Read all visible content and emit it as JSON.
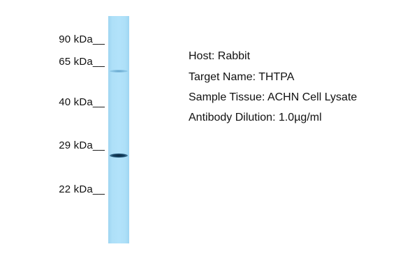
{
  "markers": [
    {
      "label": "90 kDa__"
    },
    {
      "label": "65 kDa__"
    },
    {
      "label": "40 kDa__"
    },
    {
      "label": "29 kDa__"
    },
    {
      "label": "22 kDa__"
    }
  ],
  "info": {
    "host": "Host: Rabbit",
    "target": "Target Name: THTPA",
    "tissue": "Sample Tissue: ACHN Cell Lysate",
    "dilution": "Antibody Dilution: 1.0µg/ml"
  },
  "colors": {
    "lane": "#b2e2fa",
    "band": "#13405f"
  }
}
